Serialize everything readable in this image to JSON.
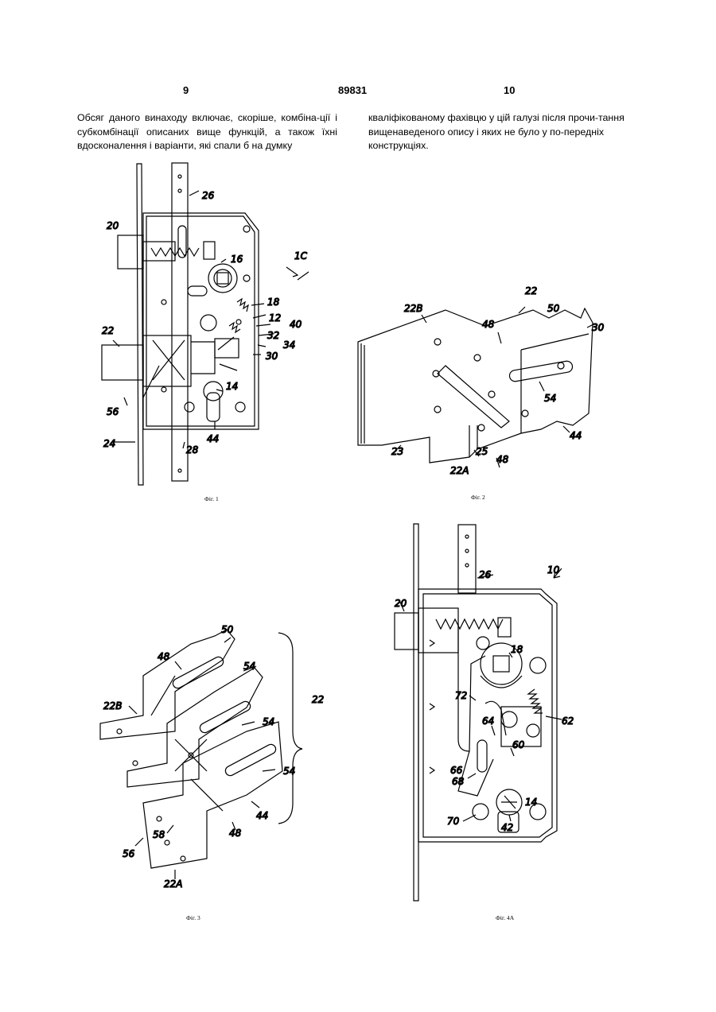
{
  "header": {
    "page_left": "9",
    "patent_number": "89831",
    "page_right": "10"
  },
  "text": {
    "left_column": "Обсяг даного винаходу включає, скоріше, комбіна-ції і субкомбінації описаних вище функцій, а також їхні вдосконалення і варіанти, які спали б на думку",
    "right_column": "кваліфікованому фахівцю у цій галузі після прочи-тання вищенаведеного опису і яких не було у по-передніх конструкціях."
  },
  "figures": {
    "fig1": {
      "caption": "Фіг. 1",
      "labels": [
        "26",
        "20",
        "1C",
        "16",
        "18",
        "12",
        "40",
        "32",
        "34",
        "30",
        "22",
        "14",
        "56",
        "44",
        "24",
        "28"
      ]
    },
    "fig2": {
      "caption": "Фіг. 2",
      "labels": [
        "22",
        "50",
        "22B",
        "48",
        "30",
        "54",
        "23",
        "25",
        "48",
        "22A",
        "44"
      ]
    },
    "fig3": {
      "caption": "Фіг. 3",
      "labels": [
        "50",
        "48",
        "54",
        "22B",
        "54",
        "22",
        "54",
        "44",
        "58",
        "56",
        "48",
        "22A"
      ]
    },
    "fig4a": {
      "caption": "Фіг. 4А",
      "labels": [
        "26",
        "10",
        "20",
        "18",
        "72",
        "62",
        "64",
        "60",
        "66",
        "68",
        "14",
        "70",
        "42"
      ]
    }
  }
}
